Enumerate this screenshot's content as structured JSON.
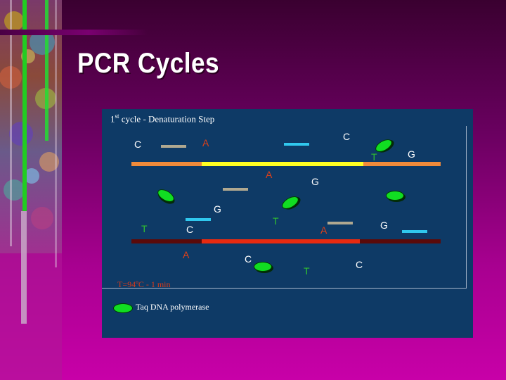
{
  "slide": {
    "title": "PCR Cycles"
  },
  "diagram": {
    "heading_main": "1",
    "heading_sup": "st",
    "heading_rest": " cycle - Denaturation Step",
    "temperature": "T=94ºC - 1 min",
    "legend_label": "Taq DNA polymerase",
    "bases_top": [
      "C",
      "A",
      "C",
      "T",
      "G",
      "A",
      "G"
    ],
    "bases_middle": [
      "G",
      "T",
      "C",
      "T",
      "A",
      "G"
    ],
    "bases_bottom": [
      "A",
      "C",
      "T",
      "C"
    ]
  },
  "colors": {
    "panel": "#0e3a66",
    "strand_top_orange": "#f08a3a",
    "strand_top_yellow": "#ffff22",
    "strand_bottom_dark": "#5a0a0a",
    "strand_bottom_red": "#e82a10",
    "base_red": "#e04018",
    "base_white": "#ffffff",
    "base_green": "#30c030",
    "nuc_khaki": "#b0a890",
    "nuc_cyan": "#30c8ee",
    "polymerase_green": "#11dd22"
  }
}
